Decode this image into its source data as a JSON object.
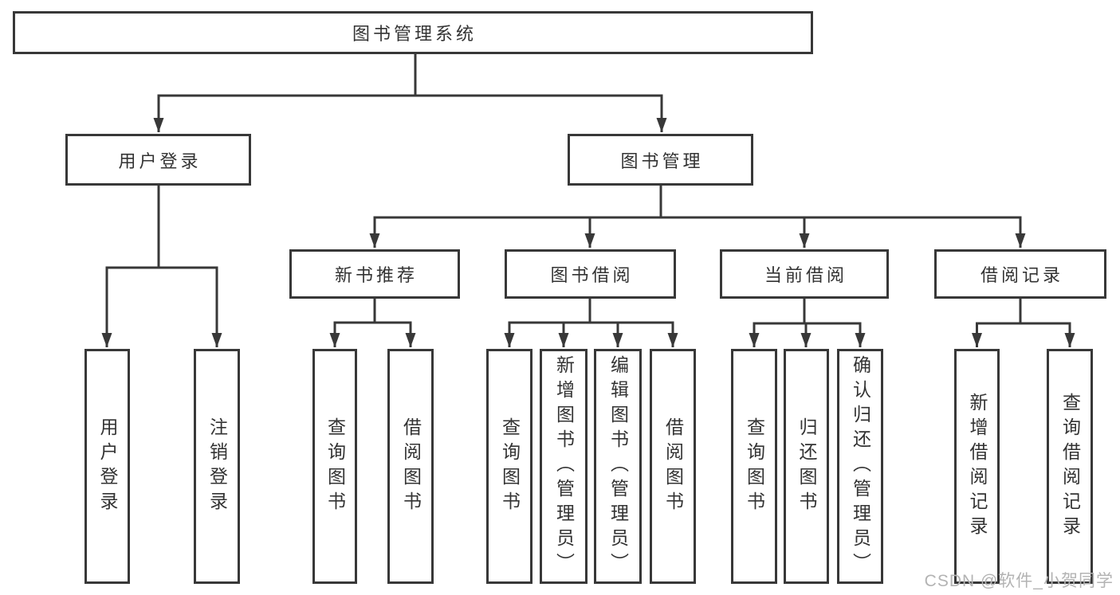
{
  "colors": {
    "line": "#383838",
    "text": "#333333",
    "watermark": "#b3b3b3",
    "background": "#ffffff"
  },
  "diagram": {
    "title": "图书管理系统",
    "branches": [
      {
        "label": "用户登录",
        "children": [
          {
            "label": "用户登录"
          },
          {
            "label": "注销登录"
          }
        ]
      },
      {
        "label": "图书管理",
        "children": [
          {
            "label": "新书推荐",
            "children": [
              {
                "label": "查询图书"
              },
              {
                "label": "借阅图书"
              }
            ]
          },
          {
            "label": "图书借阅",
            "children": [
              {
                "label": "查询图书"
              },
              {
                "label": "新增图书（管理员）"
              },
              {
                "label": "编辑图书（管理员）"
              },
              {
                "label": "借阅图书"
              }
            ]
          },
          {
            "label": "当前借阅",
            "children": [
              {
                "label": "查询图书"
              },
              {
                "label": "归还图书"
              },
              {
                "label": "确认归还（管理员）"
              }
            ]
          },
          {
            "label": "借阅记录",
            "children": [
              {
                "label": "新增借阅记录"
              },
              {
                "label": "查询借阅记录"
              }
            ]
          }
        ]
      }
    ]
  },
  "watermark": {
    "text": "CSDN @软件_小贺同学"
  }
}
